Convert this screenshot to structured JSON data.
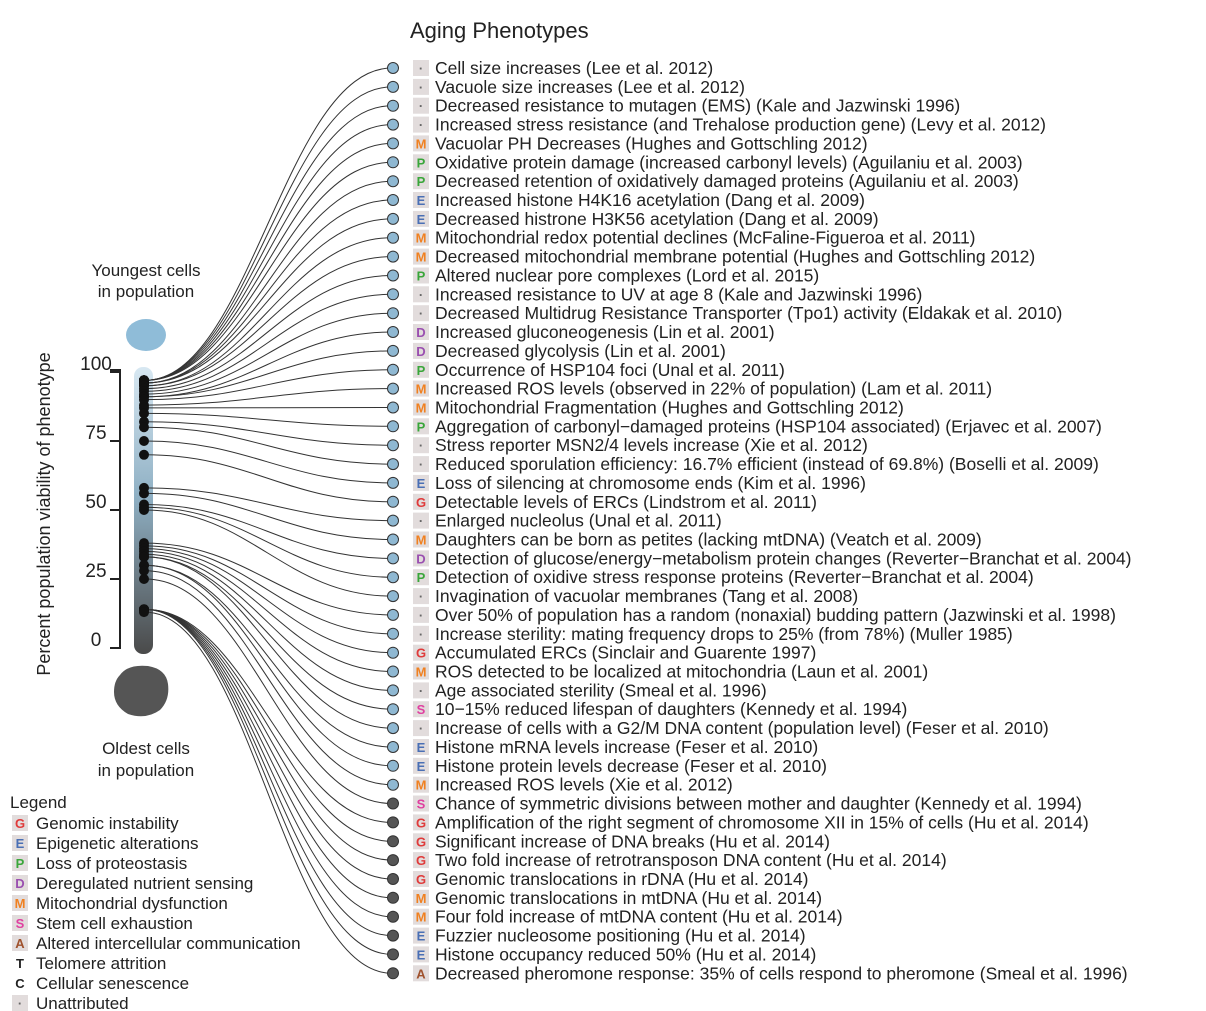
{
  "title": "Aging Phenotypes",
  "y_axis": {
    "title": "Percent population viability of phenotype",
    "ticks": [
      "100",
      "75",
      "50",
      "25",
      "0"
    ]
  },
  "youngest_label": [
    "Youngest cells",
    "in population"
  ],
  "oldest_label": [
    "Oldest cells",
    "in population"
  ],
  "legend": {
    "title": "Legend",
    "items": [
      {
        "code": "G",
        "label": "Genomic instability",
        "color": "#e03a3a",
        "bg": "#e2dcdc"
      },
      {
        "code": "E",
        "label": "Epigenetic alterations",
        "color": "#4a6fb5",
        "bg": "#e2dcdc"
      },
      {
        "code": "P",
        "label": "Loss of proteostasis",
        "color": "#3aa63a",
        "bg": "#e2dcdc"
      },
      {
        "code": "D",
        "label": "Deregulated nutrient sensing",
        "color": "#9a4fb0",
        "bg": "#e2dcdc"
      },
      {
        "code": "M",
        "label": "Mitochondrial dysfunction",
        "color": "#f08020",
        "bg": "#e2dcdc"
      },
      {
        "code": "S",
        "label": "Stem cell exhaustion",
        "color": "#e040a0",
        "bg": "#e2dcdc"
      },
      {
        "code": "A",
        "label": "Altered intercellular communication",
        "color": "#a0522d",
        "bg": "#e2dcdc"
      },
      {
        "code": "T",
        "label": "Telomere attrition",
        "color": "#222222",
        "bg": "none"
      },
      {
        "code": "C",
        "label": "Cellular senescence",
        "color": "#222222",
        "bg": "none"
      },
      {
        "code": "·",
        "label": "Unattributed",
        "color": "#666666",
        "bg": "#e2dcdc"
      }
    ]
  },
  "colors": {
    "young_dot": "#8fb8d2",
    "old_dot": "#555555",
    "badge_bg": "#e2dcdc"
  },
  "phenotypes": [
    {
      "code": "·",
      "text": "Cell size increases (Lee et al. 2012)",
      "viability": 97
    },
    {
      "code": "·",
      "text": "Vacuole size increases (Lee et al. 2012)",
      "viability": 97
    },
    {
      "code": "·",
      "text": "Decreased resistance to mutagen (EMS) (Kale and Jazwinski 1996)",
      "viability": 97
    },
    {
      "code": "·",
      "text": "Increased stress resistance (and Trehalose production gene) (Levy et al. 2012)",
      "viability": 97
    },
    {
      "code": "M",
      "text": "Vacuolar PH Decreases (Hughes and Gottschling 2012)",
      "viability": 97
    },
    {
      "code": "P",
      "text": "Oxidative protein damage (increased carbonyl levels) (Aguilaniu et al. 2003)",
      "viability": 97
    },
    {
      "code": "P",
      "text": "Decreased retention of oxidatively damaged proteins (Aguilaniu et al. 2003)",
      "viability": 96
    },
    {
      "code": "E",
      "text": "Increased histone H4K16 acetylation (Dang et al. 2009)",
      "viability": 96
    },
    {
      "code": "E",
      "text": "Decreased histrone H3K56 acetylation (Dang et al. 2009)",
      "viability": 96
    },
    {
      "code": "M",
      "text": "Mitochondrial redox potential declines (McFaline-Figueroa et al. 2011)",
      "viability": 95
    },
    {
      "code": "M",
      "text": "Decreased mitochondrial membrane potential (Hughes and Gottschling 2012)",
      "viability": 95
    },
    {
      "code": "P",
      "text": "Altered nuclear pore complexes (Lord et al. 2015)",
      "viability": 94
    },
    {
      "code": "·",
      "text": "Increased resistance to UV at age 8 (Kale and Jazwinski 1996)",
      "viability": 93
    },
    {
      "code": "·",
      "text": "Decreased Multidrug Resistance Transporter (Tpo1) activity (Eldakak et al. 2010)",
      "viability": 92
    },
    {
      "code": "D",
      "text": "Increased gluconeogenesis (Lin et al. 2001)",
      "viability": 91
    },
    {
      "code": "D",
      "text": "Decreased glycolysis (Lin et al. 2001)",
      "viability": 91
    },
    {
      "code": "P",
      "text": "Occurrence of HSP104 foci (Unal et al. 2011)",
      "viability": 90
    },
    {
      "code": "M",
      "text": "Increased ROS levels (observed in 22% of population) (Lam et al. 2011)",
      "viability": 88
    },
    {
      "code": "M",
      "text": "Mitochondrial Fragmentation (Hughes and Gottschling 2012)",
      "viability": 87
    },
    {
      "code": "P",
      "text": "Aggregation of carbonyl−damaged proteins (HSP104 associated) (Erjavec et al. 2007)",
      "viability": 85
    },
    {
      "code": "·",
      "text": "Stress reporter MSN2/4 levels increase (Xie et al. 2012)",
      "viability": 82
    },
    {
      "code": "·",
      "text": "Reduced sporulation efficiency: 16.7% efficient (instead of 69.8%) (Boselli et al. 2009)",
      "viability": 80
    },
    {
      "code": "E",
      "text": "Loss of silencing at chromosome ends (Kim et al. 1996)",
      "viability": 75
    },
    {
      "code": "G",
      "text": "Detectable levels of ERCs (Lindstrom et al. 2011)",
      "viability": 70
    },
    {
      "code": "·",
      "text": "Enlarged nucleolus (Unal et al. 2011)",
      "viability": 58
    },
    {
      "code": "M",
      "text": "Daughters can be born as petites (lacking mtDNA) (Veatch et al. 2009)",
      "viability": 56
    },
    {
      "code": "D",
      "text": "Detection of glucose/energy−metabolism protein changes (Reverter−Branchat et al. 2004)",
      "viability": 52
    },
    {
      "code": "P",
      "text": "Detection of oxidive stress response proteins (Reverter−Branchat et al. 2004)",
      "viability": 51
    },
    {
      "code": "·",
      "text": "Invagination of vacuolar membranes (Tang et al. 2008)",
      "viability": 50
    },
    {
      "code": "·",
      "text": "Over 50% of population has a random (nonaxial) budding pattern (Jazwinski et al. 1998)",
      "viability": 38
    },
    {
      "code": "·",
      "text": "Increase sterility: mating frequency drops to 25% (from 78%) (Muller 1985)",
      "viability": 37
    },
    {
      "code": "G",
      "text": "Accumulated ERCs (Sinclair and Guarente 1997)",
      "viability": 36
    },
    {
      "code": "M",
      "text": "ROS detected to be localized at mitochondria (Laun et al. 2001)",
      "viability": 35
    },
    {
      "code": "·",
      "text": "Age associated sterility (Smeal et al. 1996)",
      "viability": 34
    },
    {
      "code": "S",
      "text": "10−15% reduced lifespan of daughters (Kennedy et al. 1994)",
      "viability": 33
    },
    {
      "code": "·",
      "text": "Increase of cells with a G2/M DNA content (population level) (Feser et al. 2010)",
      "viability": 33
    },
    {
      "code": "E",
      "text": "Histone mRNA levels increase (Feser et al. 2010)",
      "viability": 30
    },
    {
      "code": "E",
      "text": "Histone protein levels decrease (Feser et al. 2010)",
      "viability": 30
    },
    {
      "code": "M",
      "text": "Increased ROS levels (Xie et al. 2012)",
      "viability": 28
    },
    {
      "code": "S",
      "text": "Chance of symmetric divisions between mother and daughter (Kennedy et al. 1994)",
      "viability": 25
    },
    {
      "code": "G",
      "text": "Amplification of the right segment of chromosome XII in 15% of cells (Hu et al. 2014)",
      "viability": 14
    },
    {
      "code": "G",
      "text": "Significant increase of DNA breaks (Hu et al. 2014)",
      "viability": 14
    },
    {
      "code": "G",
      "text": "Two fold increase of retrotransposon DNA content (Hu et al. 2014)",
      "viability": 14
    },
    {
      "code": "G",
      "text": "Genomic translocations in rDNA (Hu et al. 2014)",
      "viability": 14
    },
    {
      "code": "M",
      "text": "Genomic translocations in mtDNA (Hu et al. 2014)",
      "viability": 14
    },
    {
      "code": "M",
      "text": "Four fold increase of mtDNA content (Hu et al. 2014)",
      "viability": 14
    },
    {
      "code": "E",
      "text": "Fuzzier nucleosome positioning (Hu et al. 2014)",
      "viability": 14
    },
    {
      "code": "E",
      "text": "Histone occupancy reduced 50% (Hu et al. 2014)",
      "viability": 14
    },
    {
      "code": "A",
      "text": "Decreased pheromone response: 35% of cells respond to pheromone (Smeal et al. 1996)",
      "viability": 13
    }
  ]
}
